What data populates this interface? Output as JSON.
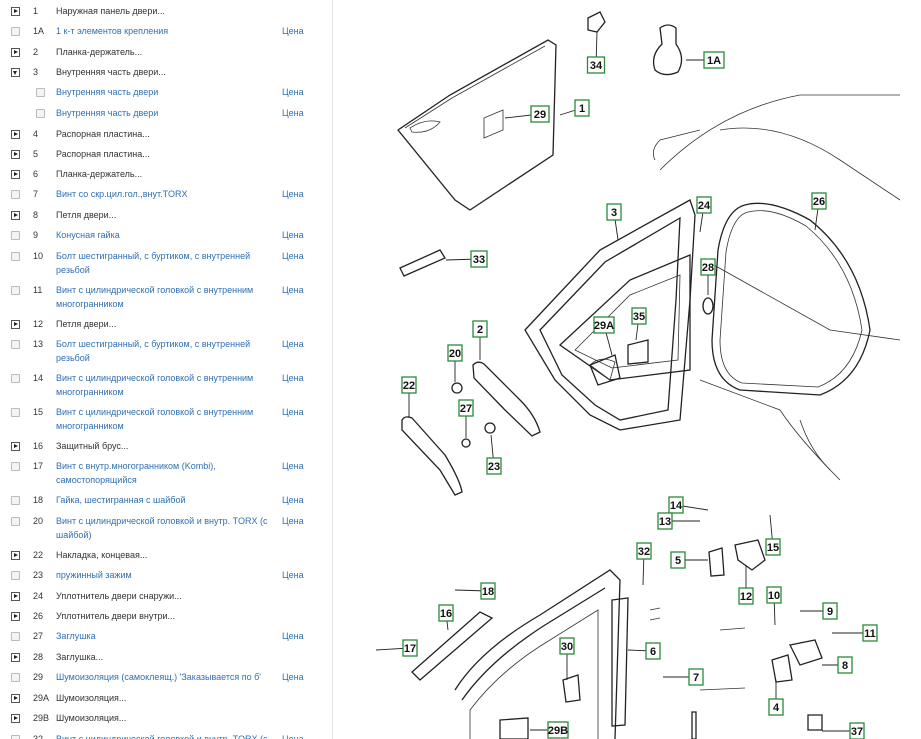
{
  "parts": [
    {
      "num": "1",
      "name": "Наружная панель двери...",
      "type": "expand",
      "price": ""
    },
    {
      "num": "1A",
      "name": "1 к-т элементов крепления",
      "type": "check",
      "price": "Цена"
    },
    {
      "num": "2",
      "name": "Планка-держатель...",
      "type": "expand",
      "price": ""
    },
    {
      "num": "3",
      "name": "Внутренняя часть двери...",
      "type": "expand-open",
      "price": ""
    },
    {
      "num": "",
      "name": "Внутренняя часть двери",
      "type": "check-indent",
      "price": "Цена"
    },
    {
      "num": "",
      "name": "Внутренняя часть двери",
      "type": "check-indent",
      "price": "Цена"
    },
    {
      "num": "4",
      "name": "Распорная пластина...",
      "type": "expand",
      "price": ""
    },
    {
      "num": "5",
      "name": "Распорная пластина...",
      "type": "expand",
      "price": ""
    },
    {
      "num": "6",
      "name": "Планка-держатель...",
      "type": "expand",
      "price": ""
    },
    {
      "num": "7",
      "name": "Винт со скр.цил.гол.,внут.TORX",
      "type": "check",
      "price": "Цена"
    },
    {
      "num": "8",
      "name": "Петля двери...",
      "type": "expand",
      "price": ""
    },
    {
      "num": "9",
      "name": "Конусная гайка",
      "type": "check",
      "price": "Цена"
    },
    {
      "num": "10",
      "name": "Болт шестигранный, с буртиком, с внутренней резьбой",
      "type": "check",
      "price": "Цена"
    },
    {
      "num": "11",
      "name": "Винт с цилиндрической головкой с внутренним многогранником",
      "type": "check",
      "price": "Цена"
    },
    {
      "num": "12",
      "name": "Петля двери...",
      "type": "expand",
      "price": ""
    },
    {
      "num": "13",
      "name": "Болт шестигранный, с буртиком, с внутренней резьбой",
      "type": "check",
      "price": "Цена"
    },
    {
      "num": "14",
      "name": "Винт с цилиндрической головкой с внутренним многогранником",
      "type": "check",
      "price": "Цена"
    },
    {
      "num": "15",
      "name": "Винт с цилиндрической головкой с внутренним многогранником",
      "type": "check",
      "price": "Цена"
    },
    {
      "num": "16",
      "name": "Защитный брус...",
      "type": "expand",
      "price": ""
    },
    {
      "num": "17",
      "name": "Винт с внутр.многогранником (Kombi), самостопорящийся",
      "type": "check",
      "price": "Цена"
    },
    {
      "num": "18",
      "name": "Гайка, шестигранная с шайбой",
      "type": "check",
      "price": "Цена"
    },
    {
      "num": "20",
      "name": "Винт с цилиндрической головкой и внутр. TORX (с шайбой)",
      "type": "check",
      "price": "Цена"
    },
    {
      "num": "22",
      "name": "Накладка, концевая...",
      "type": "expand",
      "price": ""
    },
    {
      "num": "23",
      "name": "пружинный зажим",
      "type": "check",
      "price": "Цена"
    },
    {
      "num": "24",
      "name": "Уплотнитель двери снаружи...",
      "type": "expand",
      "price": ""
    },
    {
      "num": "26",
      "name": "Уплотнитель двери внутри...",
      "type": "expand",
      "price": ""
    },
    {
      "num": "27",
      "name": "Заглушка",
      "type": "check",
      "price": "Цена"
    },
    {
      "num": "28",
      "name": "Заглушка...",
      "type": "expand",
      "price": ""
    },
    {
      "num": "29",
      "name": "Шумоизоляция (самоклеящ.) 'Заказывается по б'",
      "type": "check",
      "price": "Цена"
    },
    {
      "num": "29A",
      "name": "Шумоизоляция...",
      "type": "expand",
      "price": ""
    },
    {
      "num": "29B",
      "name": "Шумоизоляция...",
      "type": "expand",
      "price": ""
    },
    {
      "num": "32",
      "name": "Винт с цилиндрической головкой и внутр. TORX (с",
      "type": "check",
      "price": "Цена"
    }
  ],
  "diagram": {
    "labels": [
      "34",
      "1A",
      "1",
      "29",
      "3",
      "24",
      "26",
      "33",
      "28",
      "2",
      "29A",
      "35",
      "20",
      "22",
      "27",
      "23",
      "14",
      "13",
      "15",
      "5",
      "32",
      "12",
      "10",
      "9",
      "18",
      "16",
      "11",
      "17",
      "6",
      "30",
      "8",
      "7",
      "4",
      "29B",
      "37"
    ]
  }
}
